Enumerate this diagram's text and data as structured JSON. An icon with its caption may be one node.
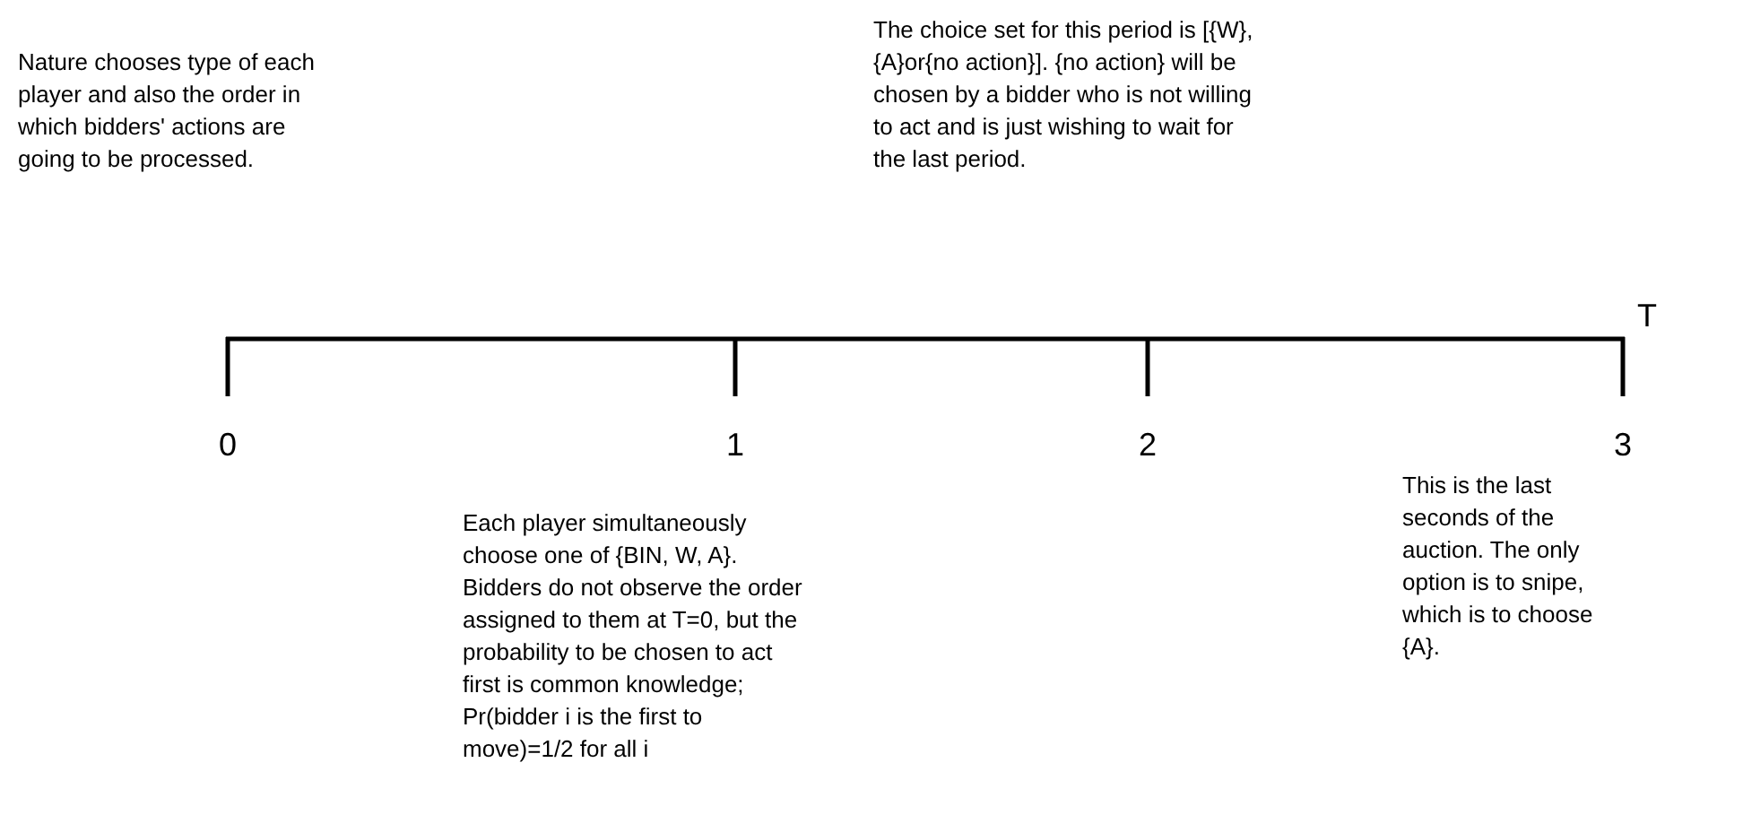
{
  "diagram": {
    "labels": [
      "Nature chooses type of each player and also the order in which bidders' actions are going to be processed.",
      "The choice set for this period is [{W},{A}or{no action}]. {no action} will be chosen by a bidder who is not willing to act and is just wishing to wait for the last period.",
      "T",
      "0",
      "1",
      "2",
      "3",
      "Each player simultaneously choose one of {BIN, W, A}. Bidders do not observe the order assigned to them at T=0, but the probability to be chosen to act first is common knowledge; Pr(bidder i is the first to move)=1/2 for all i",
      "This is the last seconds of the auction. The only option is to snipe, which is to choose {A}."
    ]
  }
}
